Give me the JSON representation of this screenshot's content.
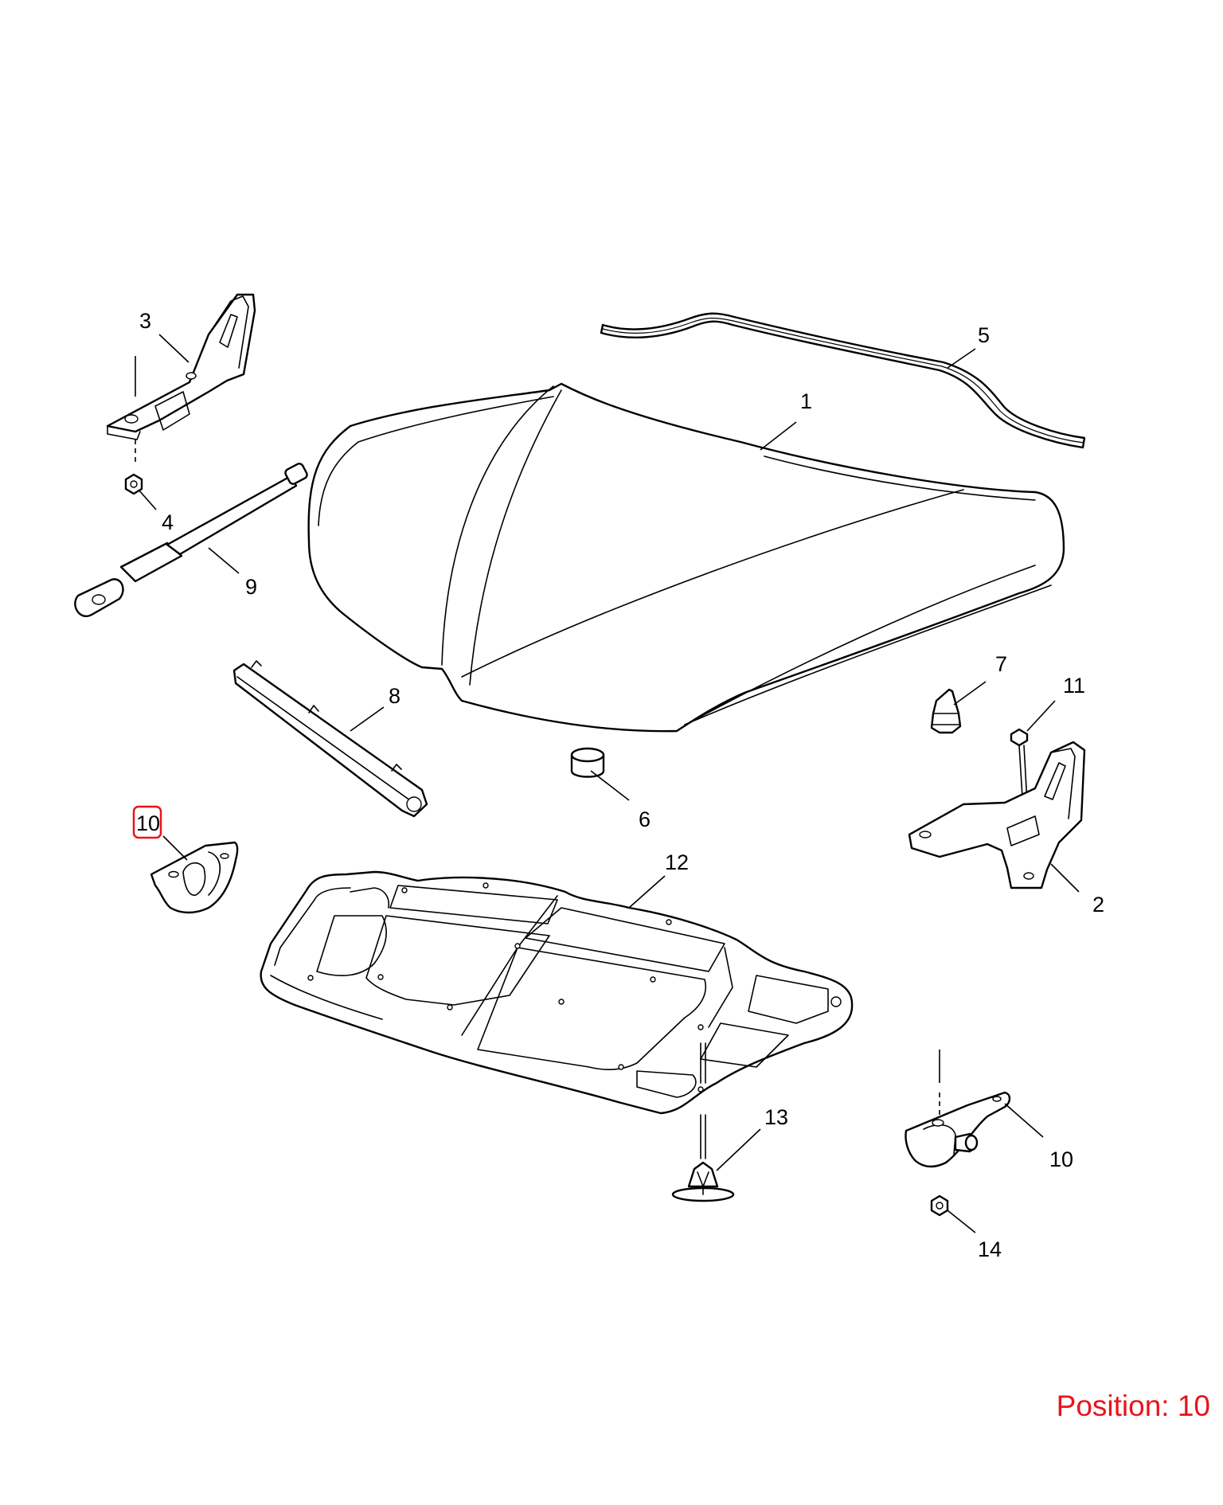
{
  "colors": {
    "highlight": "#e8141c",
    "line": "#000000",
    "background": "#ffffff"
  },
  "callouts": {
    "c1": "1",
    "c2": "2",
    "c3": "3",
    "c4": "4",
    "c5": "5",
    "c6": "6",
    "c7": "7",
    "c8": "8",
    "c9": "9",
    "c10a": "10",
    "c10b": "10",
    "c11": "11",
    "c12": "12",
    "c13": "13",
    "c14": "14"
  },
  "highlighted_callout": "10",
  "position_label": "Position: 10"
}
